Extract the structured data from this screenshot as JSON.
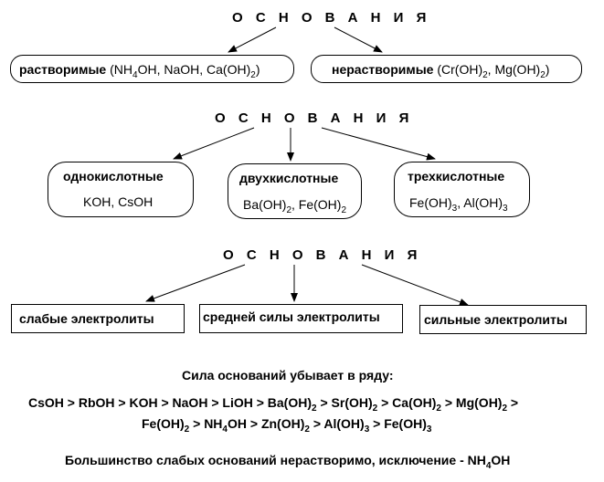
{
  "section1": {
    "heading": "О С Н О В А Н И Я",
    "soluble": {
      "label": "растворимые",
      "examples": [
        "(NH",
        "4",
        "OH, NaOH, Ca(OH)",
        "2",
        ")"
      ]
    },
    "insoluble": {
      "label": "нерастворимые",
      "examples": [
        "(Cr(OH)",
        "2",
        ", Mg(OH)",
        "2",
        ")"
      ]
    }
  },
  "section2": {
    "heading": "О С Н О В А Н И Я",
    "mono": {
      "label": "однокислотные",
      "examples": "KOH, CsOH"
    },
    "di": {
      "label": "двухкислотные",
      "examples": [
        "Ba(OH)",
        "2",
        ", Fe(OH)",
        "2"
      ]
    },
    "tri": {
      "label": "трехкислотные",
      "examples": [
        "Fe(OH)",
        "3",
        ", Al(OH)",
        "3"
      ]
    }
  },
  "section3": {
    "heading": "О С Н О В А Н И Я",
    "weak": "слабые электролиты",
    "medium": "средней силы электролиты",
    "strong": "сильные электролиты"
  },
  "series": {
    "title": "Сила оснований убывает в ряду:",
    "line1": [
      "CsOH > RbOH > KOH > NaOH > LiOH > Ba(OH)",
      "2",
      " > Sr(OH)",
      "2",
      "  > Ca(OH)",
      "2",
      " > Mg(OH)",
      "2",
      " >"
    ],
    "line2": [
      "Fe(OH)",
      "2",
      " > NH",
      "4",
      "OH > Zn(OH)",
      "2",
      " > Al(OH)",
      "3",
      " > Fe(OH)",
      "3"
    ]
  },
  "footer": [
    "Большинство слабых оснований нерастворимо, исключение - NH",
    "4",
    "OH"
  ]
}
